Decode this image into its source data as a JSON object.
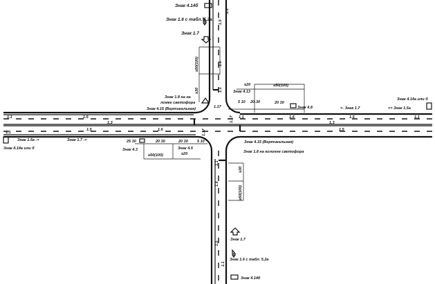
{
  "diagram": {
    "north": {
      "sign_414b": "Знак 4.14б",
      "sign_16": "Знак 1.6 с табл. 5.2а",
      "sign_17": "Знак 1.7",
      "dist_50": "≥50(100)",
      "dist_30": "≥30",
      "sign_18": "Знак 1.8 на на",
      "sign_18b": "ломке светофора",
      "sign_415": "Знак 4.15 (Вертикальная)",
      "mark_15": "1.5",
      "mark_11": "1.1",
      "mark_16": "1.6",
      "mark_11b": "1.1",
      "mark_117": "1.17"
    },
    "east": {
      "dist_20": "≥20",
      "dist_50": "≥50(100)",
      "sign_413": "Знак 4.13",
      "d_510": "5 10",
      "d_2030a": "20-30",
      "d_2030b": "20 30",
      "sign_48": "Знак 4.8",
      "sign_17": "<- Знак 1.7",
      "sign_15a": "<= Знак 1.5а",
      "sign_414": "Знак 4.14а или б",
      "mark_11": "1.1",
      "mark_16": "1.6",
      "mark_15": "1.5",
      "mark_13": "1.3",
      "mark_15b": "1.5",
      "mark_11b": "1.1",
      "mark_117": "1.17"
    },
    "west": {
      "sign_15a": "Знак 1.5а ->",
      "sign_17": "Знак 1.7 ->",
      "sign_414": "Знак 4.14а или б",
      "d_2530": "25 30",
      "sign_43": "Знак 4.3",
      "d_2030a": "20 30",
      "d_2030b": "20 30",
      "d_510": "5 10",
      "sign_45": "Знак 4.5",
      "dist_50": "≥50(100)",
      "dist_20": "≥20",
      "mark_11": "1.1",
      "mark_15": "1.5",
      "mark_13": "1.3",
      "mark_15b": "1.5",
      "mark_16": "1.6",
      "mark_11b": "1.1",
      "mark_117": "1.17"
    },
    "south": {
      "sign_415": "Знак 4.15 (Вертикальная)",
      "sign_18": "Знак 1.8 на колонне светофора",
      "dist_30": "≥30",
      "dist_50": "≥50(100)",
      "sign_17": "Знак 1.7",
      "sign_16": "Знак 1.6 с табл. 5.2а",
      "sign_414b": "Знак 4.14б",
      "mark_11": "1.1",
      "mark_16": "1.6",
      "mark_15": "1.5",
      "mark_11b": "1.1"
    }
  }
}
